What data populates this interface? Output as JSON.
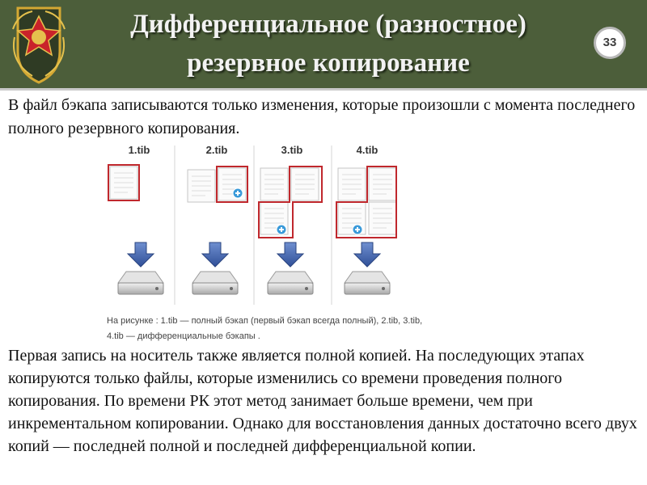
{
  "header": {
    "title_line1": "Дифференциальное (разностное)",
    "title_line2": "резервное копирование",
    "slide_number": "33",
    "emblem_icon": "military-emblem-icon",
    "background_color": "#4c5e3a"
  },
  "intro": {
    "text": "В файл бэкапа записываются только изменения, которые произошли с момента последнего полного резервного копирования."
  },
  "figure": {
    "labels": [
      "1.tib",
      "2.tib",
      "3.tib",
      "4.tib"
    ],
    "caption": "На рисунке : 1.tib — полный бэкап (первый бэкап всегда полный), 2.tib, 3.tib, 4.tib — дифференциальные бэкапы .",
    "accent_color": "#c0282d",
    "arrow_color": "#3c5ea3",
    "icons": [
      "document-icon",
      "add-icon",
      "down-arrow-icon",
      "hard-disk-icon"
    ]
  },
  "body": {
    "text": "Первая запись на носитель также является полной копией. На последующих этапах копируются только файлы, которые изменились со времени проведения полного копирования. По времени РК этот метод занимает больше времени, чем при инкрементальном копировании. Однако для восстановления данных достаточно всего двух копий — последней полной и последней дифференциальной копии."
  }
}
